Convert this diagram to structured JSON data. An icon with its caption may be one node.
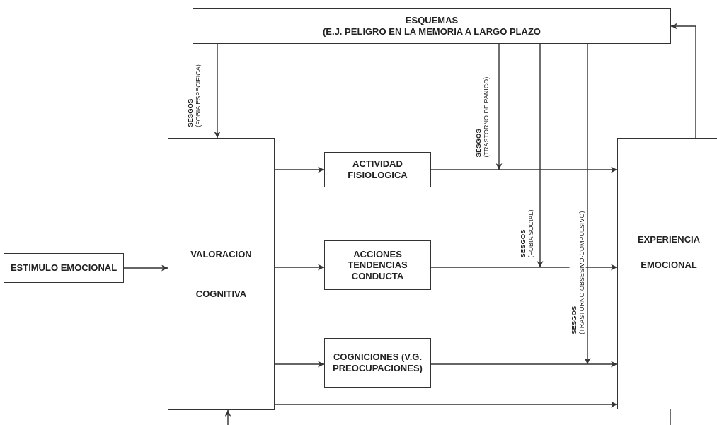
{
  "diagram": {
    "nodes": [
      {
        "text": [
          "ESQUEMAS",
          "(E.J. PELIGRO EN LA MEMORIA A LARGO PLAZO"
        ]
      },
      {
        "text": [
          "ESTIMULO EMOCIONAL"
        ]
      },
      {
        "text": [
          "VALORACION",
          "COGNITIVA"
        ]
      },
      {
        "text": [
          "ACTIVIDAD FISIOLOGICA"
        ]
      },
      {
        "text": [
          "ACCIONES TENDENCIAS CONDUCTA"
        ]
      },
      {
        "text": [
          "COGNICIONES (V.G. PREOCUPACIONES)"
        ]
      },
      {
        "text": [
          "EXPERIENCIA",
          "EMOCIONAL"
        ]
      }
    ],
    "edges": [
      {
        "from": 1,
        "to": 2,
        "arrow": "to"
      },
      {
        "from": 2,
        "to": 3,
        "arrow": "to"
      },
      {
        "from": 2,
        "to": 4,
        "arrow": "to"
      },
      {
        "from": 2,
        "to": 5,
        "arrow": "to"
      },
      {
        "from": 2,
        "to": 6,
        "arrow": "to"
      },
      {
        "from": 3,
        "to": 6,
        "arrow": "to"
      },
      {
        "from": 4,
        "to": 6,
        "arrow": "to"
      },
      {
        "from": 5,
        "to": 6,
        "arrow": "to"
      },
      {
        "from": 6,
        "to": 0,
        "arrow": "to"
      },
      {
        "from": 6,
        "to": 2,
        "arrow": "to"
      },
      {
        "from": 0,
        "to": 2,
        "arrow": "to",
        "label": "**SESGOS** (FOBIA ESPECIFICA)"
      },
      {
        "from": 0,
        "to": null,
        "arrow": "to",
        "label": "**SESGOS** (TRASTORNO DE PANICO)"
      },
      {
        "from": 0,
        "to": null,
        "arrow": "to",
        "label": "**SESGOS** (FOBIA SOCIAL)"
      },
      {
        "from": 0,
        "to": null,
        "arrow": "to",
        "label": "**SESGOS** (TRASTORNO OBSESIVO-COMPULSIVO)"
      }
    ]
  }
}
